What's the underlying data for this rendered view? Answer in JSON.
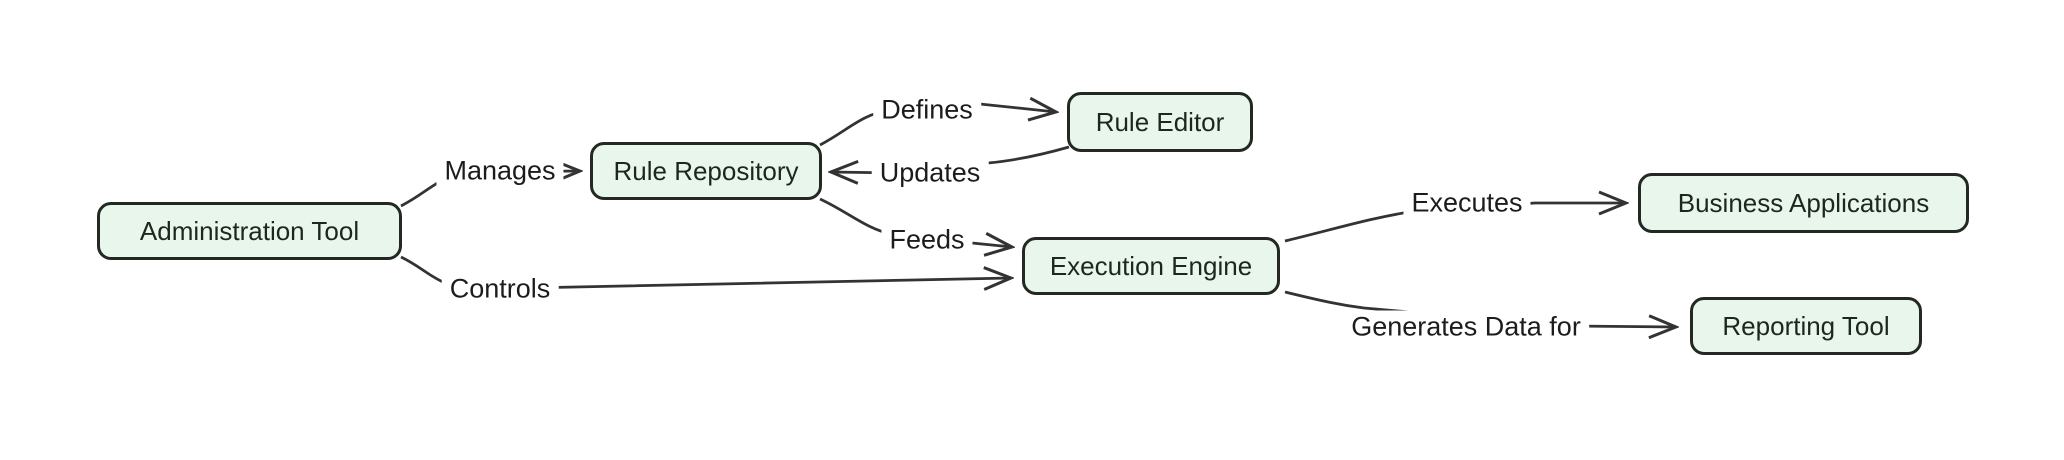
{
  "diagram": {
    "type": "flowchart-LR",
    "background_color": "#ffffff",
    "node_fill_color": "#e9f6ec",
    "node_border_color": "#232823",
    "edge_line_color": "#333333",
    "nodes": [
      {
        "id": "administration-tool",
        "label": "Administration Tool"
      },
      {
        "id": "rule-repository",
        "label": "Rule Repository"
      },
      {
        "id": "rule-editor",
        "label": "Rule Editor"
      },
      {
        "id": "execution-engine",
        "label": "Execution Engine"
      },
      {
        "id": "business-applications",
        "label": "Business Applications"
      },
      {
        "id": "reporting-tool",
        "label": "Reporting Tool"
      }
    ],
    "edges": [
      {
        "from": "Administration Tool",
        "to": "Rule Repository",
        "label": "Manages"
      },
      {
        "from": "Administration Tool",
        "to": "Execution Engine",
        "label": "Controls"
      },
      {
        "from": "Rule Repository",
        "to": "Rule Editor",
        "label": "Defines"
      },
      {
        "from": "Rule Editor",
        "to": "Rule Repository",
        "label": "Updates"
      },
      {
        "from": "Rule Repository",
        "to": "Execution Engine",
        "label": "Feeds"
      },
      {
        "from": "Execution Engine",
        "to": "Business Applications",
        "label": "Executes"
      },
      {
        "from": "Execution Engine",
        "to": "Reporting Tool",
        "label": "Generates Data for"
      }
    ]
  }
}
